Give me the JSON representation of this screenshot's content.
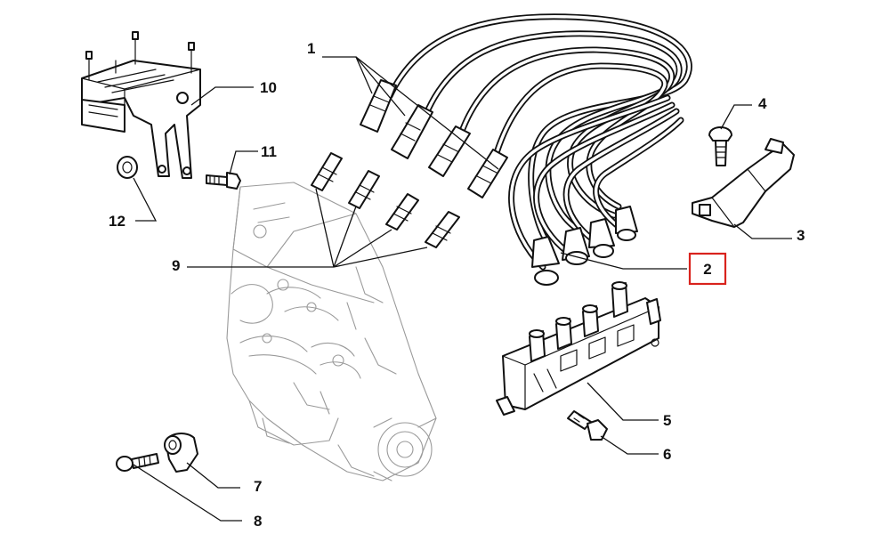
{
  "callouts": [
    {
      "id": "1",
      "text": "1"
    },
    {
      "id": "2",
      "text": "2",
      "highlighted": true
    },
    {
      "id": "3",
      "text": "3"
    },
    {
      "id": "4",
      "text": "4"
    },
    {
      "id": "5",
      "text": "5"
    },
    {
      "id": "6",
      "text": "6"
    },
    {
      "id": "7",
      "text": "7"
    },
    {
      "id": "8",
      "text": "8"
    },
    {
      "id": "9",
      "text": "9"
    },
    {
      "id": "10",
      "text": "10"
    },
    {
      "id": "11",
      "text": "11"
    },
    {
      "id": "12",
      "text": "12"
    }
  ],
  "colors": {
    "line": "#111111",
    "highlight_box": "#d9231d",
    "engine_ghost": "#9a9a9a",
    "background": "#ffffff"
  }
}
